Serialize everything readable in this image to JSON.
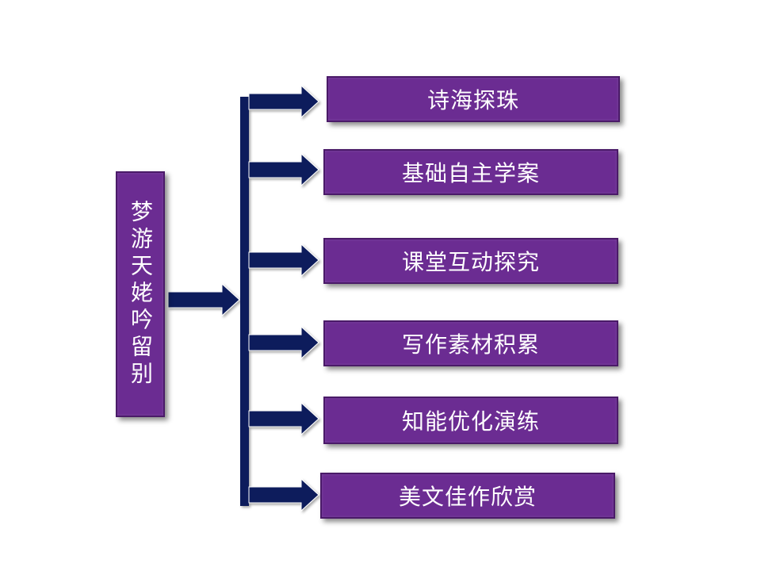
{
  "root": {
    "label": "梦游天姥吟留别"
  },
  "branches": [
    {
      "label": "诗海探珠"
    },
    {
      "label": "基础自主学案"
    },
    {
      "label": "课堂互动探究"
    },
    {
      "label": "写作素材积累"
    },
    {
      "label": "知能优化演练"
    },
    {
      "label": "美文佳作欣赏"
    }
  ],
  "colors": {
    "box_fill": "#6b2c92",
    "connector": "#0f1f5c"
  }
}
